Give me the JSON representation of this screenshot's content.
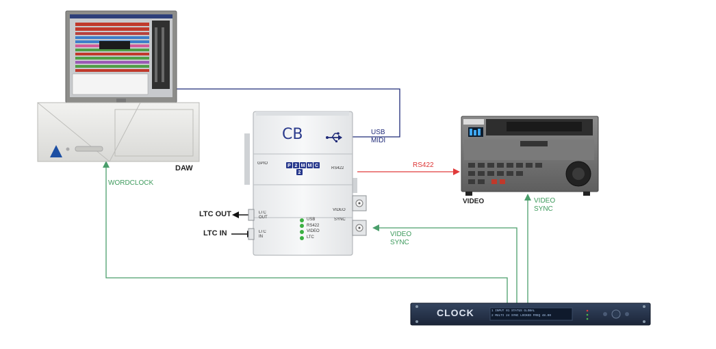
{
  "labels": {
    "daw": "DAW",
    "wordclock": "WORDCLOCK",
    "usb_midi": [
      "USB",
      "MIDI"
    ],
    "rs422_link": "RS422",
    "video_device": "VIDEO",
    "video_sync_video": [
      "VIDEO",
      "SYNC"
    ],
    "video_sync_cb": [
      "VIDEO",
      "SYNC"
    ],
    "ltc_out": "LTC OUT",
    "ltc_in": "LTC IN"
  },
  "cb_box": {
    "logo": "CB",
    "gpio": "GPIO",
    "rs422_port": "RS422",
    "video_port": "VIDEO",
    "sync_port": "SYNC",
    "ltc_out_port": [
      "LTC",
      "OUT"
    ],
    "ltc_in_port": [
      "LTC",
      "IN"
    ],
    "chip_row1": [
      "P",
      "2",
      "M",
      "M",
      "C"
    ],
    "chip_row2": "2",
    "leds": [
      "USB",
      "RS422",
      "VIDEO",
      "LTC"
    ]
  },
  "clock_device": {
    "brand": "CLOCK",
    "display_lines": [
      "1 INPUT 01    STATUS      GLOBAL",
      "2 MULTI 24 SYNC LOCKED   FREQ  48.00"
    ]
  },
  "colors": {
    "usb_line": "#1f2a78",
    "rs422_line": "#e03a3a",
    "sync_line": "#4a9e6b",
    "wordclock_line": "#4a9e6b"
  }
}
